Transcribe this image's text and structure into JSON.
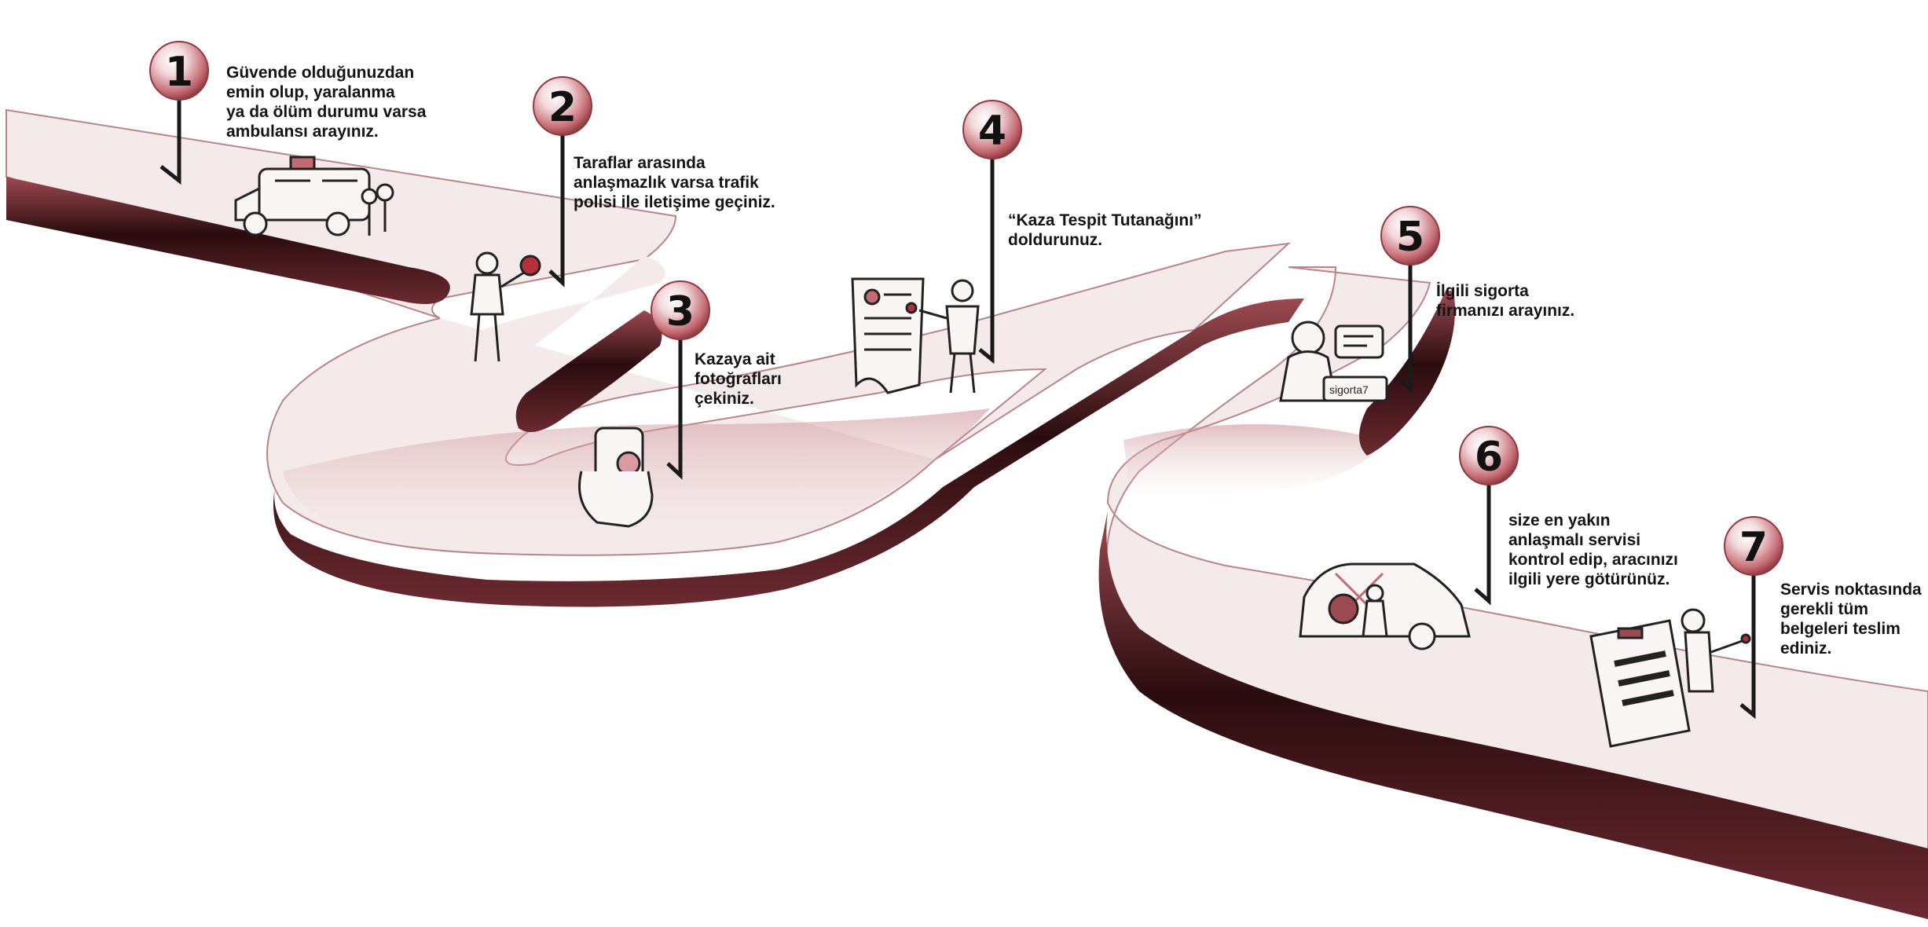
{
  "steps": [
    {
      "number": "1",
      "text": "Güvende olduğunuzdan\nemin olup, yaralanma\nya da ölüm durumu varsa\nambulansı arayınız.",
      "illustration": "ambulance-icon"
    },
    {
      "number": "2",
      "text": "Taraflar arasında\nanlaşmazlık varsa trafik\npolisi ile iletişime geçiniz.",
      "illustration": "traffic-police-icon"
    },
    {
      "number": "3",
      "text": "Kazaya ait\nfotoğrafları\nçekiniz.",
      "illustration": "phone-camera-icon"
    },
    {
      "number": "4",
      "text": "“Kaza Tespit Tutanağını”\ndoldurunuz.",
      "illustration": "report-document-icon"
    },
    {
      "number": "5",
      "text": "İlgili sigorta\nfirmanızı arayınız.",
      "illustration": "call-center-agent-icon"
    },
    {
      "number": "6",
      "text": "size en yakın\nanlaşmalı servisi\nkontrol edip, aracınızı\nilgili yere götürünüz.",
      "illustration": "car-service-icon"
    },
    {
      "number": "7",
      "text": "Servis noktasında\ngerekli tüm\nbelgeleri teslim\nediniz.",
      "illustration": "checklist-clipboard-icon"
    }
  ],
  "illustration_labels": {
    "laptop_brand": "sigorta7"
  },
  "colors": {
    "road_wall": "#8f3a40",
    "road_wall_dark": "#2a0c0e",
    "road_surface": "#f6ecec",
    "badge": "#c46a72",
    "accent": "#b2313b"
  }
}
